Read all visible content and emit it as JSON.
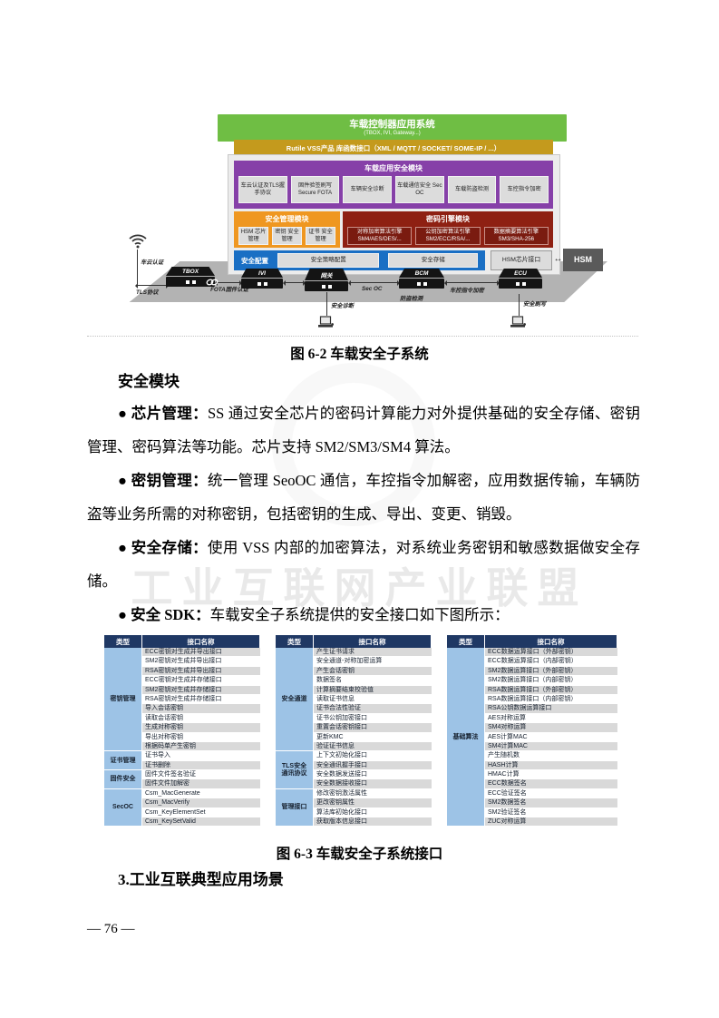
{
  "watermark": "工业互联网产业联盟",
  "page_number": "— 76 —",
  "colors": {
    "app_green": "#6FBE44",
    "api_gold": "#C49A1D",
    "app_module_purple": "#8640A8",
    "mgmt_orange": "#EF9721",
    "engine_red": "#8E2012",
    "config_blue": "#1A6FC4",
    "table_header_navy": "#1F3864",
    "type_cell_blue": "#9DC3E6",
    "row_stripe_gray": "#D9D9D9"
  },
  "figure62": {
    "caption": "图 6-2  车载安全子系统",
    "app_box": {
      "title": "车载控制器应用系统",
      "subtitle": "(TBOX, IVI, Gateway...)"
    },
    "api_bar": "Rutile VSS产品 库函数接口（XML / MQTT / SOCKET/ SOME-IP / ...）",
    "app_module": {
      "title": "车载应用安全模块",
      "items": [
        "车云认证及TLS握手协议",
        "固件验签刷写 Secure FOTA",
        "车辆安全诊断",
        "车载通信安全 Sec OC",
        "车载防盗检测",
        "车控指令加密"
      ]
    },
    "mgmt_module": {
      "title": "安全管理模块",
      "items": [
        "HSM 芯片管理",
        "密钥 安全管理",
        "证书 安全管理"
      ]
    },
    "engine_module": {
      "title": "密码引擎模块",
      "items": [
        "对称加密算法引擎 SM4/AES/DES/...",
        "公钥加密算法引擎 SM2/ECC/RSA/...",
        "数据摘要算法引擎 SM3/SHA-256"
      ]
    },
    "config_bar": {
      "label": "安全配置",
      "items": [
        "安全策略配置",
        "安全存储"
      ]
    },
    "hsm_interface_label": "HSM芯片接口",
    "hsm_label": "HSM",
    "hsm_arrow": "↔",
    "cloud_auth_label": "车云认证",
    "devices": [
      "TBOX",
      "IVI",
      "网关",
      "BCM",
      "ECU"
    ],
    "edge_labels": {
      "tls": "TLS协议",
      "fota": "FOTA固件认证",
      "secoc": "Sec OC",
      "antitheft": "防盗检测",
      "cmd_encrypt": "车控指令加密",
      "diagnosis": "安全诊断",
      "flash": "安全刷写"
    }
  },
  "content": {
    "section_heading": "安全模块",
    "bullets": [
      {
        "label": "芯片管理：",
        "text": "SS 通过安全芯片的密码计算能力对外提供基础的安全存储、密钥管理、密码算法等功能。芯片支持 SM2/SM3/SM4 算法。"
      },
      {
        "label": "密钥管理：",
        "text": "统一管理 SeoOC 通信，车控指令加解密，应用数据传输，车辆防盗等业务所需的对称密钥，包括密钥的生成、导出、变更、销毁。"
      },
      {
        "label": "安全存储：",
        "text": "使用 VSS 内部的加密算法，对系统业务密钥和敏感数据做安全存储。"
      },
      {
        "label": "安全 SDK：",
        "text": "车载安全子系统提供的安全接口如下图所示："
      }
    ],
    "next_heading": "3.工业互联典型应用场景"
  },
  "figure63": {
    "caption": "图 6-3  车载安全子系统接口",
    "tables": [
      {
        "headers": [
          "类型",
          "接口名称"
        ],
        "groups": [
          {
            "type": "密钥管理",
            "rows": [
              "ECC密钥对生成并导出接口",
              "SM2密钥对生成并导出接口",
              "RSA密钥对生成并导出接口",
              "ECC密钥对生成并存储接口",
              "SM2密钥对生成并存储接口",
              "RSA密钥对生成并存储接口",
              "导入会话密钥",
              "读取会话密钥",
              "生成对称密钥",
              "导出对称密钥",
              "根据码单产生密钥"
            ]
          },
          {
            "type": "证书管理",
            "rows": [
              "证书导入",
              "证书删除"
            ]
          },
          {
            "type": "固件安全",
            "rows": [
              "固件文件签名验证",
              "固件文件加解密"
            ]
          },
          {
            "type": "SecOC",
            "rows": [
              "Csm_MacGenerate",
              "Csm_MacVerify",
              "Csm_KeyElementSet",
              "Csm_KeySetValid"
            ]
          }
        ]
      },
      {
        "headers": [
          "类型",
          "接口名称"
        ],
        "groups": [
          {
            "type": "安全通道",
            "rows": [
              "产生证书请求",
              "安全通道-对称加密运算",
              "产生会话密钥",
              "数据签名",
              "计算摘要结束校验值",
              "读取证书信息",
              "证书合法性验证",
              "证书公钥加密接口",
              "重置会话密钥接口",
              "更新KMC",
              "验证证书信息"
            ]
          },
          {
            "type": "TLS安全 通讯协议",
            "rows": [
              "上下文初始化接口",
              "安全通讯握手接口",
              "安全数据发送接口",
              "安全数据接收接口"
            ]
          },
          {
            "type": "管理接口",
            "rows": [
              "修改密钥激活属性",
              "更改密钥属性",
              "算法库初始化接口",
              "获取版本信息接口"
            ]
          }
        ]
      },
      {
        "headers": [
          "类型",
          "接口名称"
        ],
        "groups": [
          {
            "type": "基础算法",
            "rows": [
              "ECC数据运算接口（外部密钥）",
              "ECC数据运算接口（内部密钥）",
              "SM2数据运算接口（外部密钥）",
              "SM2数据运算接口（内部密钥）",
              "RSA数据运算接口（外部密钥）",
              "RSA数据运算接口（内部密钥）",
              "RSA公钥数据运算接口",
              "AES对称运算",
              "SM4对称运算",
              "AES计算MAC",
              "SM4计算MAC",
              "产生随机数",
              "HASH计算",
              "HMAC计算",
              "ECC数据签名",
              "ECC验证签名",
              "SM2数据签名",
              "SM2验证签名",
              "ZUC对称运算"
            ]
          }
        ]
      }
    ]
  }
}
